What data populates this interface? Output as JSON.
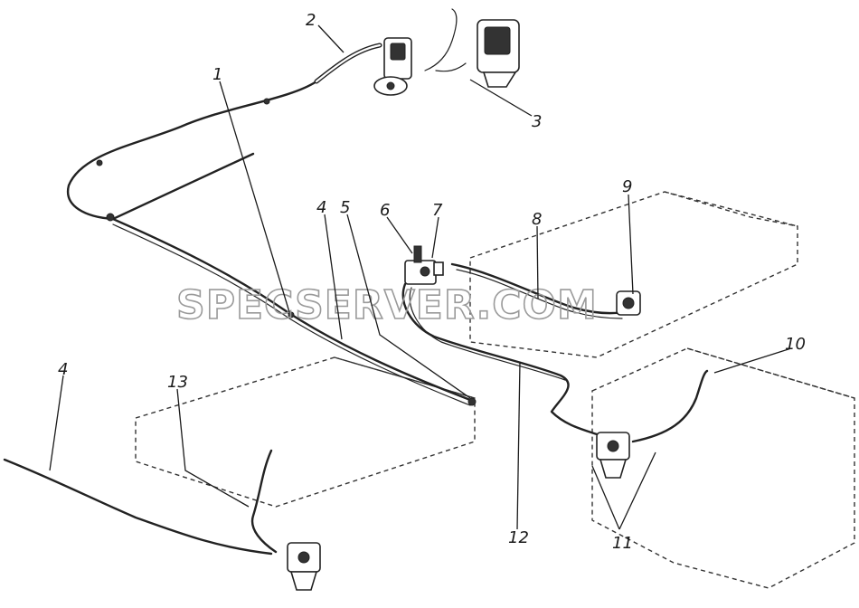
{
  "watermark": "SPECSERVER.COM",
  "callouts": [
    {
      "id": "1",
      "label": "1"
    },
    {
      "id": "2",
      "label": "2"
    },
    {
      "id": "3",
      "label": "3"
    },
    {
      "id": "4a",
      "label": "4"
    },
    {
      "id": "4b",
      "label": "4"
    },
    {
      "id": "5",
      "label": "5"
    },
    {
      "id": "6",
      "label": "6"
    },
    {
      "id": "7",
      "label": "7"
    },
    {
      "id": "8",
      "label": "8"
    },
    {
      "id": "9",
      "label": "9"
    },
    {
      "id": "10",
      "label": "10"
    },
    {
      "id": "11",
      "label": "11"
    },
    {
      "id": "12",
      "label": "12"
    },
    {
      "id": "13",
      "label": "13"
    }
  ]
}
